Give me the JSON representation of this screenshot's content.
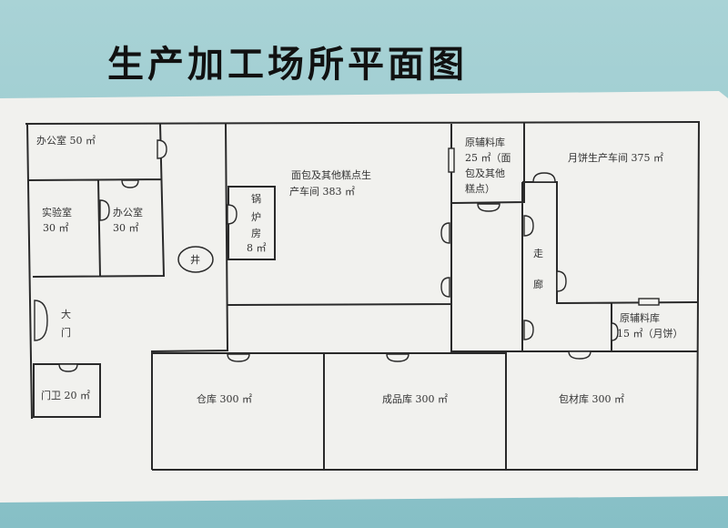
{
  "title": "生产加工场所平面图",
  "rooms": {
    "office_50": "办公室 50 ㎡",
    "lab": [
      "实验室",
      "30 ㎡"
    ],
    "office_30": [
      "办公室",
      "30 ㎡"
    ],
    "boiler": [
      "锅",
      "炉",
      "房",
      "8 ㎡"
    ],
    "well": "井",
    "bread_workshop": [
      "面包及其他糕点生",
      "产车间 383 ㎡"
    ],
    "raw_store_25": [
      "原辅料库",
      "25 ㎡（面",
      "包及其他",
      "糕点）"
    ],
    "mooncake_workshop": "月饼生产车间 375 ㎡",
    "corridor": [
      "走",
      "廊"
    ],
    "raw_store_15": [
      "原辅料库",
      "15 ㎡（月饼）"
    ],
    "gate": [
      "大",
      "门"
    ],
    "guard": "门卫 20 ㎡",
    "warehouse": "仓库 300 ㎡",
    "finished_store": "成品库 300 ㎡",
    "packaging_store": "包材库 300 ㎡"
  }
}
